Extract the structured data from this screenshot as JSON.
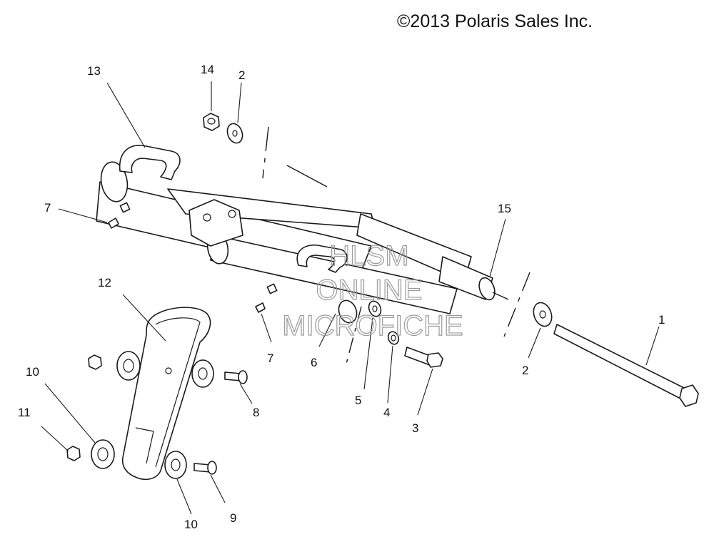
{
  "copyright": "©2013 Polaris Sales Inc.",
  "watermark": [
    "HLSM",
    "ONLINE",
    "MICROFICHE"
  ],
  "callouts": [
    "1",
    "2",
    "2",
    "3",
    "4",
    "5",
    "6",
    "7",
    "7",
    "8",
    "9",
    "10",
    "10",
    "11",
    "12",
    "13",
    "14",
    "15"
  ]
}
